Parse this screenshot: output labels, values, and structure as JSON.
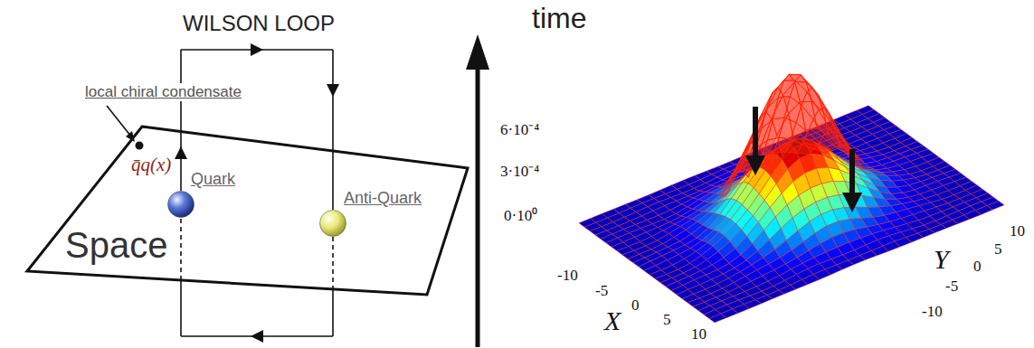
{
  "diagram": {
    "nodes": [
      {
        "text": [
          "Space"
        ]
      },
      {
        "text": [
          "Quark"
        ],
        "in": 0
      },
      {
        "text": [
          "Anti-Quark"
        ],
        "in": 0
      }
    ],
    "edges": [
      {
        "from": 1,
        "to": 2,
        "arrow": "to"
      },
      {
        "from": 2,
        "to": 1,
        "arrow": "to"
      }
    ],
    "labels": [
      "WILSON LOOP",
      "time",
      "local chiral condensate",
      "q̄q(x)",
      "6·10⁻⁴",
      "3·10⁻⁴",
      "0·10⁰",
      "-10",
      "-5",
      "0",
      "5",
      "10",
      "X",
      "10",
      "5",
      "0",
      "-5",
      "-10",
      "Y"
    ]
  }
}
